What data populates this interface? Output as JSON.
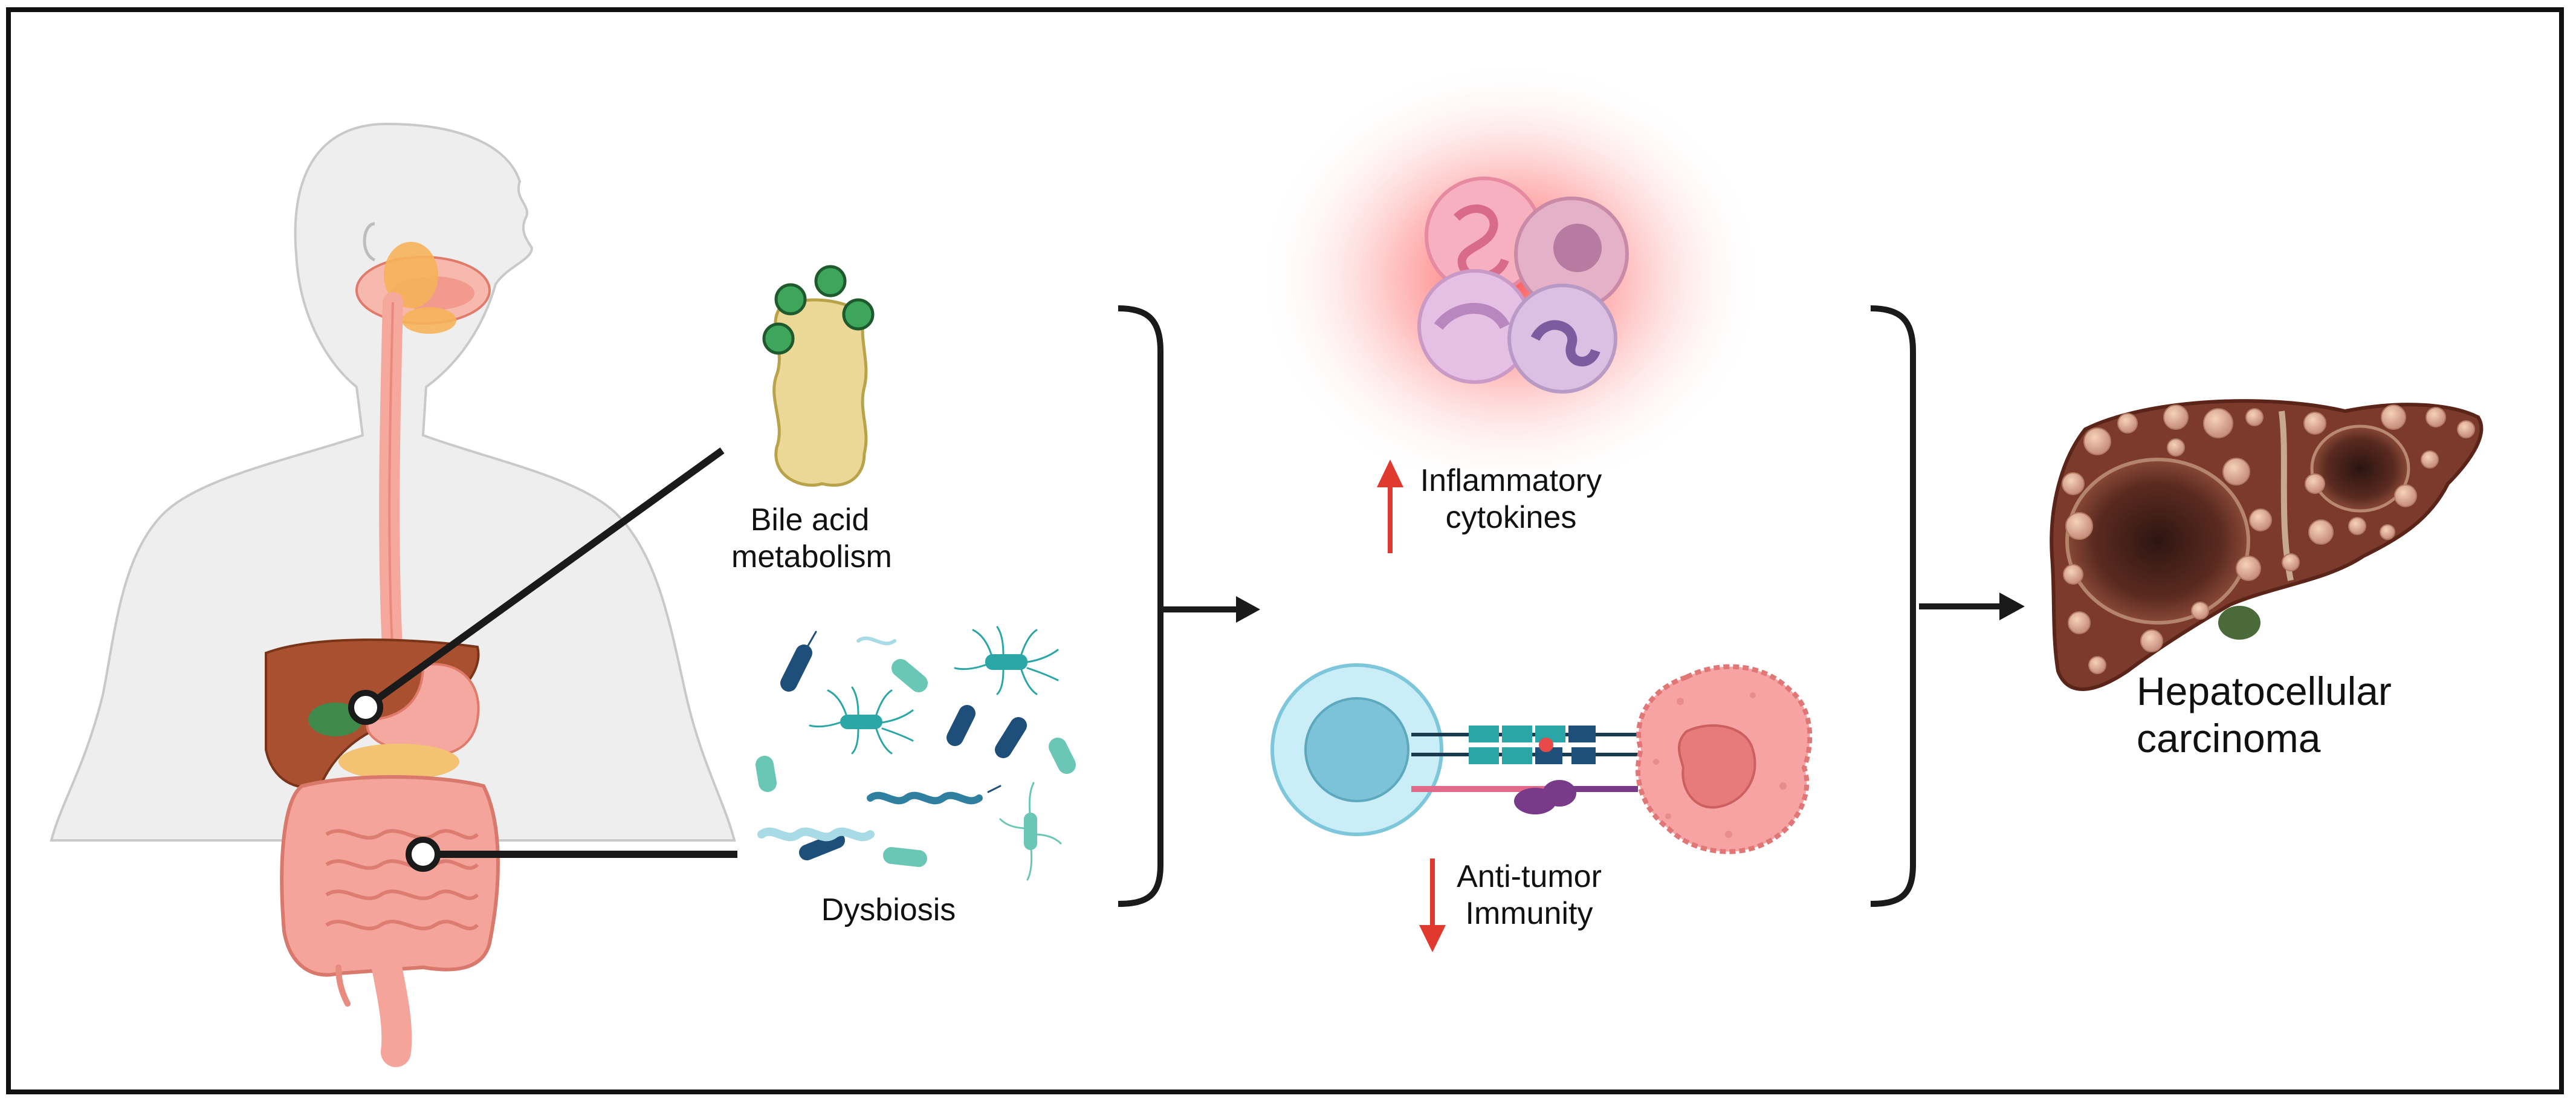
{
  "labels": {
    "bile_acid_line1": "Bile acid",
    "bile_acid_line2": "metabolism",
    "dysbiosis": "Dysbiosis",
    "inflammatory_line1": "Inflammatory",
    "inflammatory_line2": "cytokines",
    "anti_tumor_line1": "Anti-tumor",
    "anti_tumor_line2": "Immunity",
    "hcc_line1": "Hepatocellular",
    "hcc_line2": "carcinoma"
  },
  "colors": {
    "arrow_up": "#e03a2f",
    "arrow_down": "#e03a2f",
    "connector": "#1a1a1a",
    "body_fill": "#efefef",
    "liver_fill": "#8a3a2a",
    "gut_fill": "#f2a39a",
    "bile_fill": "#ead58f",
    "bacteria_teal": "#2aa6a6",
    "bacteria_navy": "#1e4f7a",
    "tcell_fill": "#a9dcee",
    "tumor_cell_fill": "#f5a2a2",
    "glow": "#ff6a6a"
  },
  "icons": {
    "body": "human-torso-with-digestive-tract-icon",
    "bile": "bile-acid-droplet-icon",
    "bacteria": "bacteria-cluster-icon",
    "immune_cells": "immune-cells-icon",
    "synapse": "tcell-tumor-synapse-icon",
    "liver_tumor": "cancerous-liver-icon",
    "up_arrow": "up-arrow-icon",
    "down_arrow": "down-arrow-icon"
  }
}
